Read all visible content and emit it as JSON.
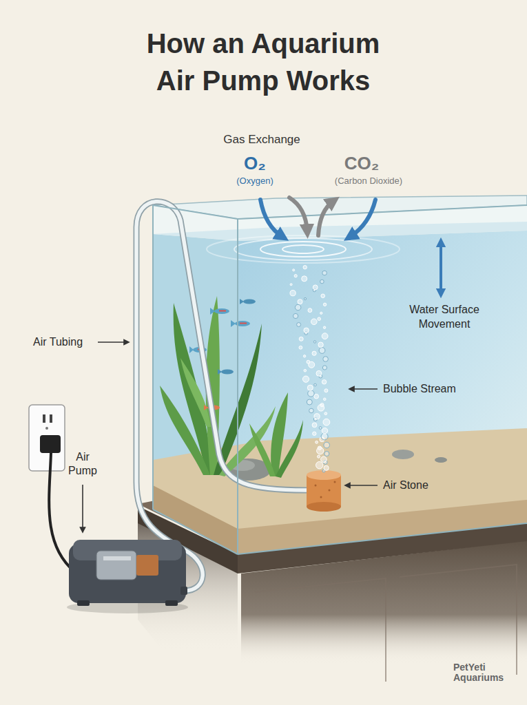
{
  "diagram": {
    "title": "How an Aquarium Air Pump Works",
    "labels": [
      "Gas Exchange",
      "O₂",
      "(Oxygen)",
      "CO₂",
      "(Carbon Dioxide)",
      "Water Surface Movement",
      "Bubble Stream",
      "Air Stone",
      "Air Tubing",
      "Air Pump",
      "PetYeti Aquariums"
    ]
  }
}
